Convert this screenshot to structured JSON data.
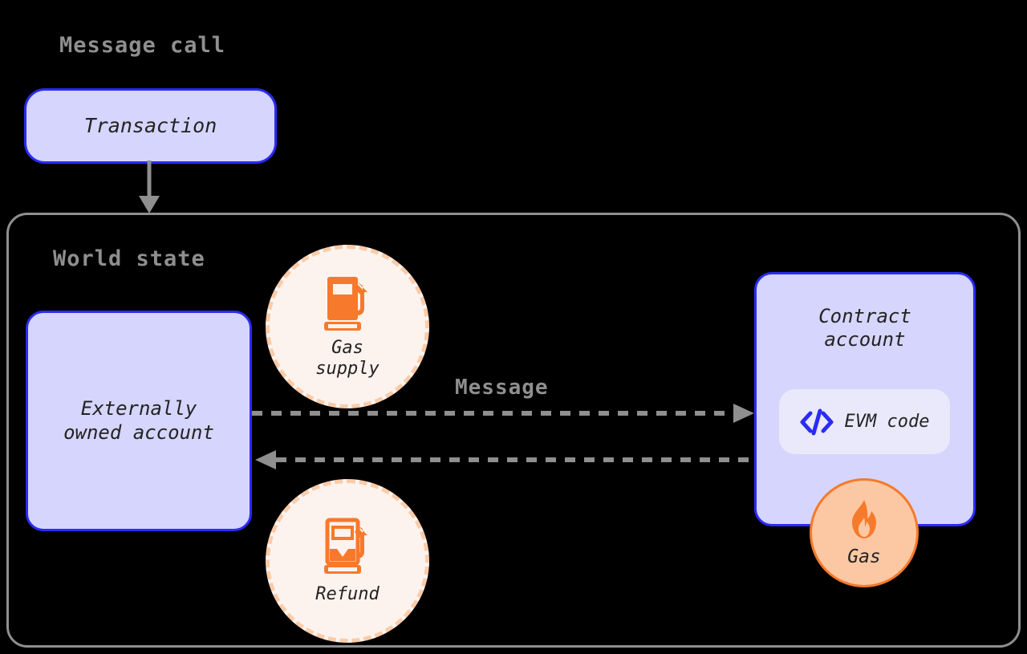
{
  "diagram": {
    "title": "Message call",
    "background_color": "#000000"
  },
  "transaction": {
    "label": "Transaction",
    "fill_color": "#D6D5FD",
    "border_color": "#2B2BF5"
  },
  "tx_arrow": {
    "name": "transaction-to-world-state-arrow",
    "color": "#8f8f8f",
    "style": "solid"
  },
  "world_state": {
    "title": "World state",
    "border_color": "#8f8f8f"
  },
  "eoa": {
    "label": "Externally\nowned account",
    "fill_color": "#D6D5FD",
    "border_color": "#2B2BF5"
  },
  "contract": {
    "label": "Contract\naccount",
    "fill_color": "#D6D5FD",
    "border_color": "#2B2BF5",
    "evm_code": {
      "label": "EVM code",
      "icon": "code-icon",
      "icon_color": "#2B2BF5",
      "pill_color": "#E9E9FB"
    }
  },
  "gas_supply": {
    "label": "Gas\nsupply",
    "icon": "gas-pump-full-icon",
    "icon_color": "#F7792B",
    "fill_color": "#FDF3EE",
    "border_color": "#FBCBA8"
  },
  "refund": {
    "label": "Refund",
    "icon": "gas-pump-partial-icon",
    "icon_color": "#F7792B",
    "fill_color": "#FDF3EE",
    "border_color": "#FBCBA8"
  },
  "gas_badge": {
    "label": "Gas",
    "icon": "flame-icon",
    "icon_color": "#F7792B",
    "fill_color": "#FCC8A3",
    "border_color": "#F7792B"
  },
  "message": {
    "label": "Message",
    "arrow_color": "#8f8f8f",
    "arrow_style": "dashed",
    "forward_direction": "eoa-to-contract",
    "return_direction": "contract-to-eoa"
  }
}
